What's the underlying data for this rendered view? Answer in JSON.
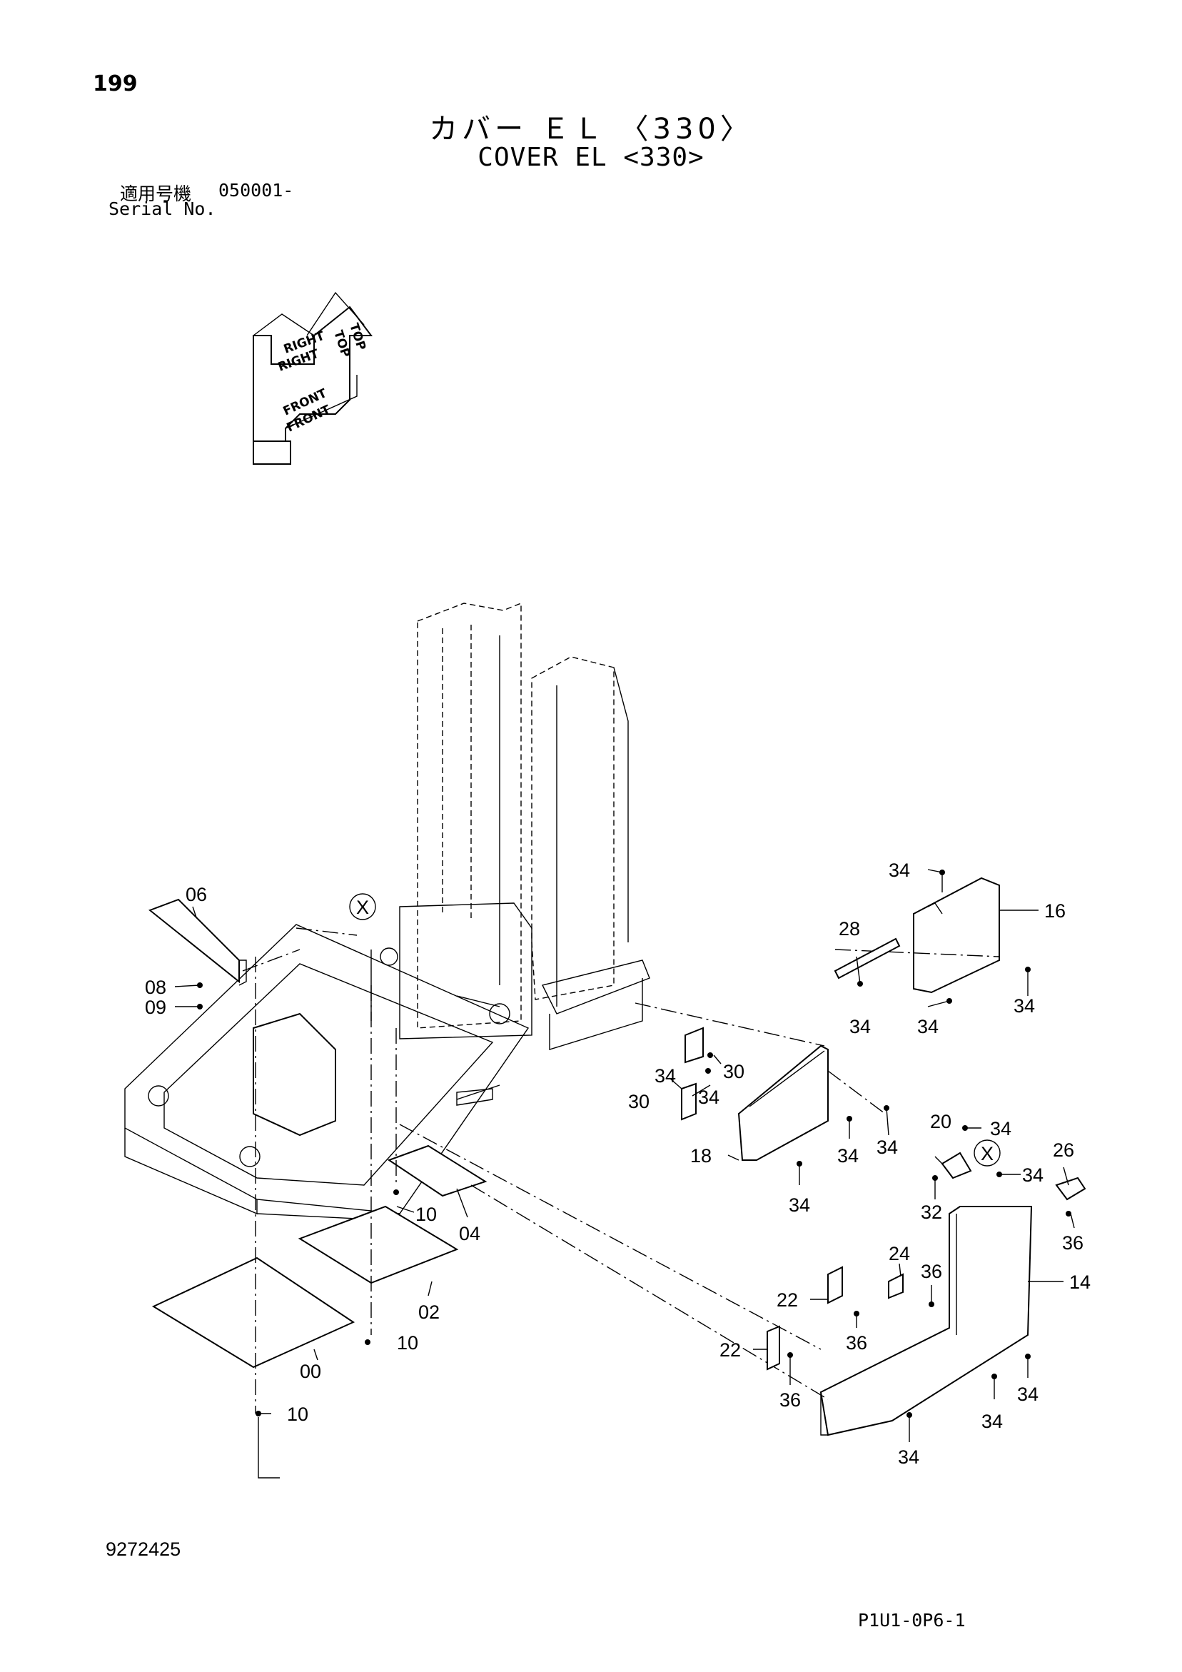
{
  "header": {
    "page_number": "199",
    "title_jp": "カバー ＥＬ 〈330〉",
    "title_en": "COVER EL <330>",
    "serial_label_jp": "適用号機",
    "serial_value": "050001-",
    "serial_label_en": "Serial No."
  },
  "orientation_indicator": {
    "labels": [
      "TOP",
      "TOP",
      "RIGHT",
      "RIGHT",
      "FRONT",
      "FRONT"
    ]
  },
  "callouts": {
    "c06": "06",
    "c08": "08",
    "c09": "09",
    "x1": "X",
    "c00": "00",
    "c02": "02",
    "c04": "04",
    "c10a": "10",
    "c10b": "10",
    "c10c": "10",
    "c16": "16",
    "c28": "28",
    "c18": "18",
    "c30a": "30",
    "c30b": "30",
    "c34a": "34",
    "c34b": "34",
    "c34c": "34",
    "c34d": "34",
    "c34e": "34",
    "c34f": "34",
    "c34g": "34",
    "c34h": "34",
    "c34i": "34",
    "c34j": "34",
    "c34k": "34",
    "c34l": "34",
    "c34m": "34",
    "c34n": "34",
    "c20": "20",
    "x2": "X",
    "c26": "26",
    "c32": "32",
    "c36a": "36",
    "c14": "14",
    "c24": "24",
    "c36b": "36",
    "c22a": "22",
    "c36c": "36",
    "c22b": "22",
    "c36d": "36"
  },
  "footer": {
    "document_number": "9272425",
    "page_code": "P1U1-0P6-1"
  }
}
